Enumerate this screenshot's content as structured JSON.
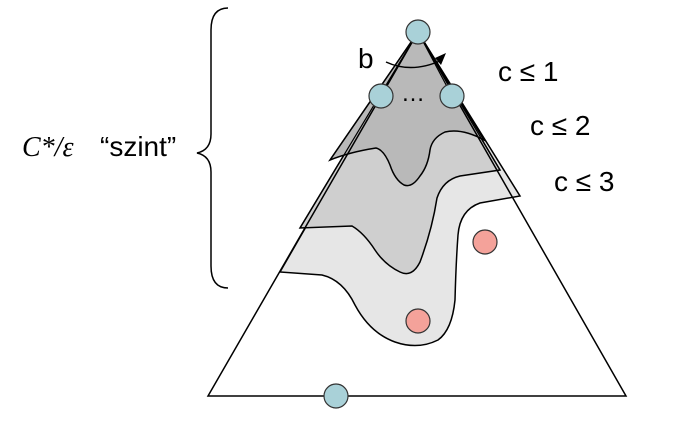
{
  "labels": {
    "b": "b",
    "dots": "…",
    "c1": "c ≤ 1",
    "c2": "c ≤ 2",
    "c3": "c ≤ 3",
    "level_math": "C*/ε",
    "level_word": "“szint”"
  },
  "colors": {
    "outline": "#000000",
    "band_c1": "#b9b9b9",
    "band_c2": "#cfcfcf",
    "band_c3": "#e6e6e6",
    "node_blue": "#a9d1d8",
    "node_red": "#f4a29a"
  },
  "nodes": {
    "blue_count": 4,
    "red_count": 2
  }
}
